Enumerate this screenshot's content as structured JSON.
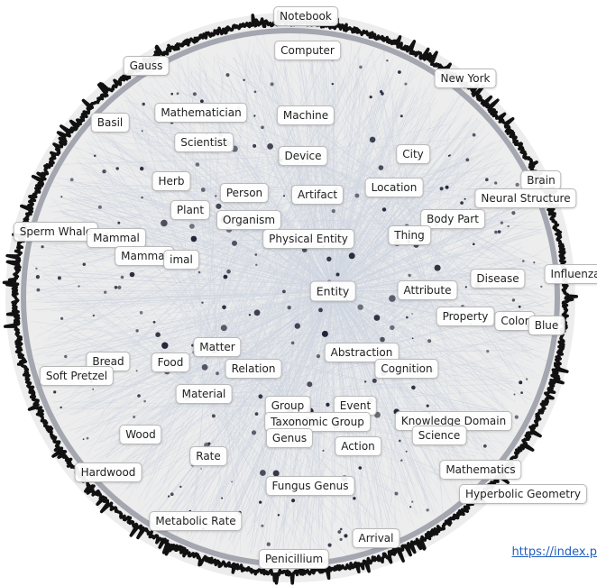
{
  "nodes": [
    {
      "id": "notebook",
      "label": "Notebook"
    },
    {
      "id": "computer",
      "label": "Computer"
    },
    {
      "id": "gauss",
      "label": "Gauss"
    },
    {
      "id": "new-york",
      "label": "New York"
    },
    {
      "id": "mathematician",
      "label": "Mathematician"
    },
    {
      "id": "basil",
      "label": "Basil"
    },
    {
      "id": "machine",
      "label": "Machine"
    },
    {
      "id": "scientist",
      "label": "Scientist"
    },
    {
      "id": "city",
      "label": "City"
    },
    {
      "id": "device",
      "label": "Device"
    },
    {
      "id": "brain",
      "label": "Brain"
    },
    {
      "id": "herb",
      "label": "Herb"
    },
    {
      "id": "location",
      "label": "Location"
    },
    {
      "id": "neural-structure",
      "label": "Neural Structure"
    },
    {
      "id": "person",
      "label": "Person"
    },
    {
      "id": "artifact",
      "label": "Artifact"
    },
    {
      "id": "plant",
      "label": "Plant"
    },
    {
      "id": "body-part",
      "label": "Body Part"
    },
    {
      "id": "organism",
      "label": "Organism"
    },
    {
      "id": "sperm-whale",
      "label": "Sperm Whale"
    },
    {
      "id": "mammal-1",
      "label": "Mammal"
    },
    {
      "id": "thing",
      "label": "Thing"
    },
    {
      "id": "physical-entity",
      "label": "Physical Entity"
    },
    {
      "id": "mammal-2",
      "label": "Mammal"
    },
    {
      "id": "animal",
      "label": "imal"
    },
    {
      "id": "influenza",
      "label": "Influenza"
    },
    {
      "id": "disease",
      "label": "Disease"
    },
    {
      "id": "entity",
      "label": "Entity"
    },
    {
      "id": "attribute",
      "label": "Attribute"
    },
    {
      "id": "property",
      "label": "Property"
    },
    {
      "id": "color",
      "label": "Color"
    },
    {
      "id": "blue",
      "label": "Blue"
    },
    {
      "id": "matter",
      "label": "Matter"
    },
    {
      "id": "abstraction",
      "label": "Abstraction"
    },
    {
      "id": "bread",
      "label": "Bread"
    },
    {
      "id": "food",
      "label": "Food"
    },
    {
      "id": "relation",
      "label": "Relation"
    },
    {
      "id": "cognition",
      "label": "Cognition"
    },
    {
      "id": "soft-pretzel",
      "label": "Soft Pretzel"
    },
    {
      "id": "material",
      "label": "Material"
    },
    {
      "id": "group",
      "label": "Group"
    },
    {
      "id": "event",
      "label": "Event"
    },
    {
      "id": "knowledge-domain",
      "label": "Knowledge Domain"
    },
    {
      "id": "taxonomic-group",
      "label": "Taxonomic Group"
    },
    {
      "id": "wood",
      "label": "Wood"
    },
    {
      "id": "science",
      "label": "Science"
    },
    {
      "id": "genus",
      "label": "Genus"
    },
    {
      "id": "action",
      "label": "Action"
    },
    {
      "id": "rate",
      "label": "Rate"
    },
    {
      "id": "hardwood",
      "label": "Hardwood"
    },
    {
      "id": "mathematics",
      "label": "Mathematics"
    },
    {
      "id": "fungus-genus",
      "label": "Fungus Genus"
    },
    {
      "id": "hyperbolic-geometry",
      "label": "Hyperbolic Geometry"
    },
    {
      "id": "metabolic-rate",
      "label": "Metabolic Rate"
    },
    {
      "id": "arrival",
      "label": "Arrival"
    },
    {
      "id": "penicillium",
      "label": "Penicillium"
    }
  ],
  "url_text": "https://index.p",
  "colors": {
    "edge": "#3b5ea6",
    "node": "#1a1a2e",
    "disk": "#ededed",
    "label_border": "#b9b9b9"
  }
}
